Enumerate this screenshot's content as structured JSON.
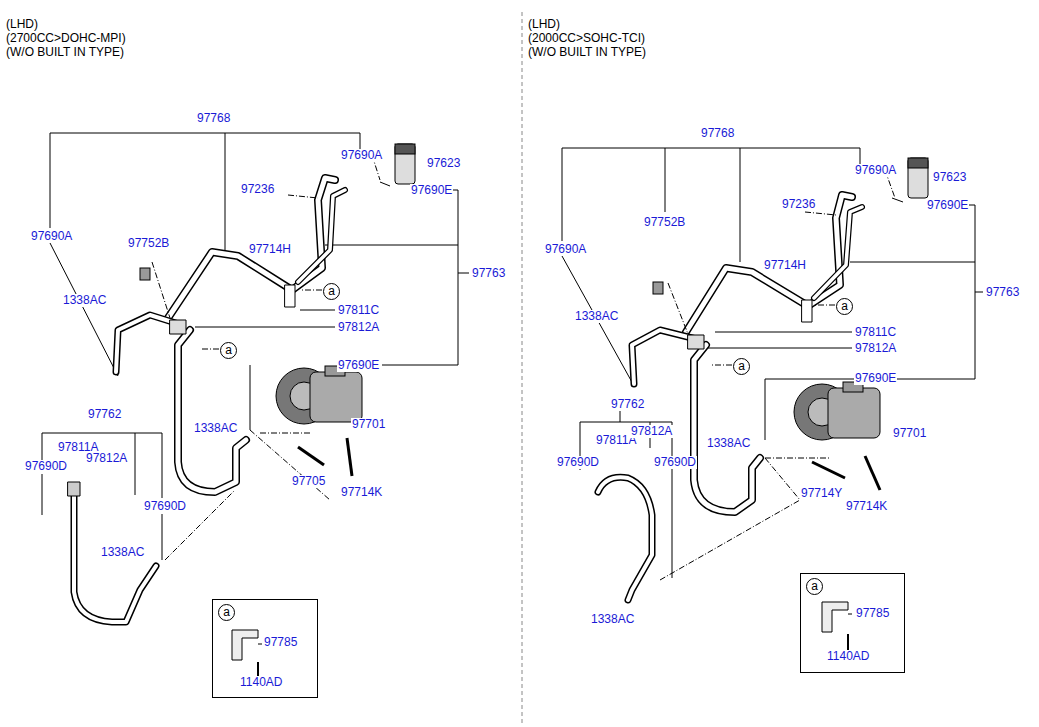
{
  "diagram": {
    "nodes": [
      {
        "text": [
          "a"
        ]
      },
      {
        "text": [
          "a"
        ]
      },
      {
        "text": [
          "a"
        ]
      },
      {
        "text": [
          "a"
        ]
      },
      {
        "text": [
          "97785",
          "1140AD"
        ]
      },
      {
        "text": [
          "a"
        ],
        "in": 4
      },
      {
        "text": [
          "97785",
          "1140AD"
        ]
      },
      {
        "text": [
          "a"
        ],
        "in": 6
      }
    ],
    "labels": [
      "(LHD)",
      "(2700CC>DOHC-MPI)",
      "(W/O BUILT IN TYPE)",
      "97768",
      "97690A",
      "97623",
      "97690E",
      "97236",
      "97690A",
      "97752B",
      "97714H",
      "97763",
      "1338AC",
      "97811C",
      "97812A",
      "97690E",
      "97762",
      "1338AC",
      "97701",
      "97811A",
      "97812A",
      "97690D",
      "97705",
      "97714K",
      "97690D",
      "1338AC",
      "(LHD)",
      "(2000CC>SOHC-TCI)",
      "(W/O BUILT IN TYPE)",
      "97768",
      "97690A",
      "97623",
      "97690E",
      "97236",
      "97690A",
      "97752B",
      "97714H",
      "97763",
      "1338AC",
      "97811C",
      "97812A",
      "97690E",
      "97762",
      "97811A",
      "97812A",
      "1338AC",
      "97701",
      "97690D",
      "97690D",
      "97714Y",
      "97714K",
      "1338AC"
    ]
  }
}
